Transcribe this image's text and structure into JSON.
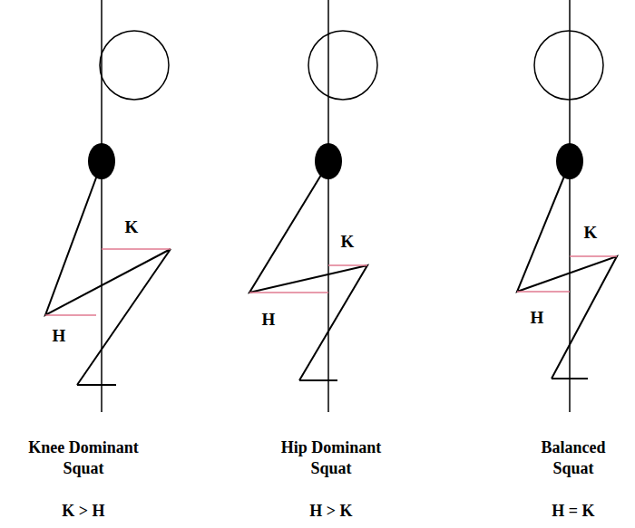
{
  "diagram": {
    "labels": [
      "K",
      "H",
      "Knee Dominant Squat",
      "K > H",
      "K",
      "H",
      "Hip Dominant Squat",
      "H > K",
      "K",
      "H",
      "Balanced Squat",
      "H = K"
    ]
  }
}
